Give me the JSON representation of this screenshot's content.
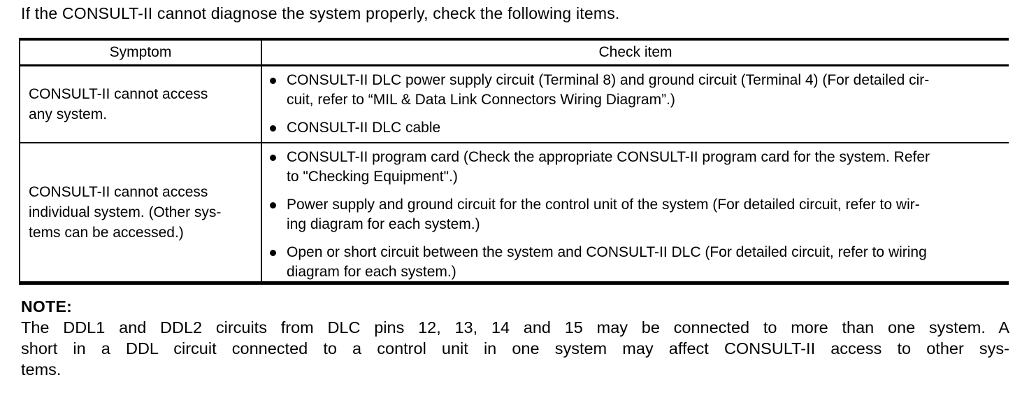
{
  "page": {
    "intro": "If the CONSULT-II cannot diagnose the system properly, check the following items."
  },
  "table": {
    "headers": {
      "symptom": "Symptom",
      "check_item": "Check item"
    },
    "rows": [
      {
        "symptom_lines": {
          "0": "CONSULT-II cannot access",
          "1": "any system."
        },
        "checks": [
          {
            "lines": {
              "0": "CONSULT-II DLC power supply circuit (Terminal 8) and ground circuit (Terminal 4) (For detailed cir-",
              "1": "cuit, refer to “MIL & Data Link Connectors Wiring Diagram”.)"
            }
          },
          {
            "lines": {
              "0": "CONSULT-II DLC cable"
            }
          }
        ]
      },
      {
        "symptom_lines": {
          "0": "CONSULT-II cannot access",
          "1": "individual system. (Other sys-",
          "2": "tems can be accessed.)"
        },
        "checks": [
          {
            "lines": {
              "0": "CONSULT-II program card (Check the appropriate CONSULT-II program card for the system. Refer",
              "1": "to \"Checking Equipment\".)"
            }
          },
          {
            "lines": {
              "0": "Power supply and ground circuit for the control unit of the system (For detailed circuit, refer to wir-",
              "1": "ing diagram for each system.)"
            }
          },
          {
            "lines": {
              "0": "Open or short circuit between the system and CONSULT-II DLC (For detailed circuit, refer to wiring",
              "1": "diagram for each system.)"
            }
          }
        ]
      }
    ]
  },
  "note": {
    "label": "NOTE:",
    "lines": {
      "0": "The DDL1 and DDL2 circuits from DLC pins 12, 13, 14 and 15 may be connected to more than one system. A",
      "1": "short in a DDL circuit connected to a control unit in one system may affect CONSULT-II access to other sys-",
      "2": "tems."
    }
  },
  "colors": {
    "text": "#000000",
    "background": "#ffffff",
    "border": "#000000"
  }
}
